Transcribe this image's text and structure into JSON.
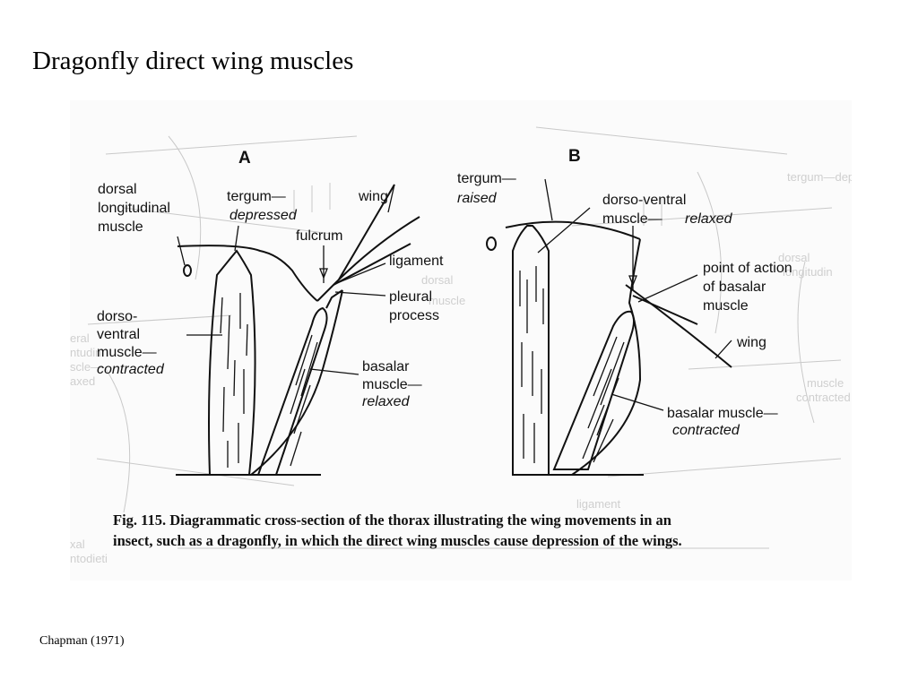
{
  "slide": {
    "title": "Dragonfly direct wing muscles",
    "credit": "Chapman (1971)"
  },
  "figure": {
    "panel_a": {
      "letter": "A",
      "labels": {
        "dorsal_longitudinal_1": "dorsal",
        "dorsal_longitudinal_2": "longitudinal",
        "dorsal_longitudinal_3": "muscle",
        "tergum": "tergum—",
        "tergum_state": "depressed",
        "wing": "wing",
        "fulcrum": "fulcrum",
        "ligament": "ligament",
        "pleural_1": "pleural",
        "pleural_2": "process",
        "dv_1": "dorso-",
        "dv_2": "ventral",
        "dv_3": "muscle—",
        "dv_state": "contracted",
        "basalar_1": "basalar",
        "basalar_2": "muscle—",
        "basalar_state": "relaxed"
      }
    },
    "panel_b": {
      "letter": "B",
      "labels": {
        "tergum": "tergum—",
        "tergum_state": "raised",
        "dv_1": "dorso-ventral",
        "dv_2": "muscle—",
        "dv_state": "relaxed",
        "point_1": "point of action",
        "point_2": "of basalar",
        "point_3": "muscle",
        "wing": "wing",
        "basalar": "basalar muscle—",
        "basalar_state": "contracted"
      }
    },
    "caption_line1": "Fig. 115.  Diagrammatic cross-section of the thorax illustrating the wing movements in an",
    "caption_line2": "insect, such as a dragonfly, in which the direct wing muscles cause depression of the wings."
  },
  "colors": {
    "ink": "#111111",
    "ghost": "#c9c9c9",
    "background": "#ffffff"
  }
}
